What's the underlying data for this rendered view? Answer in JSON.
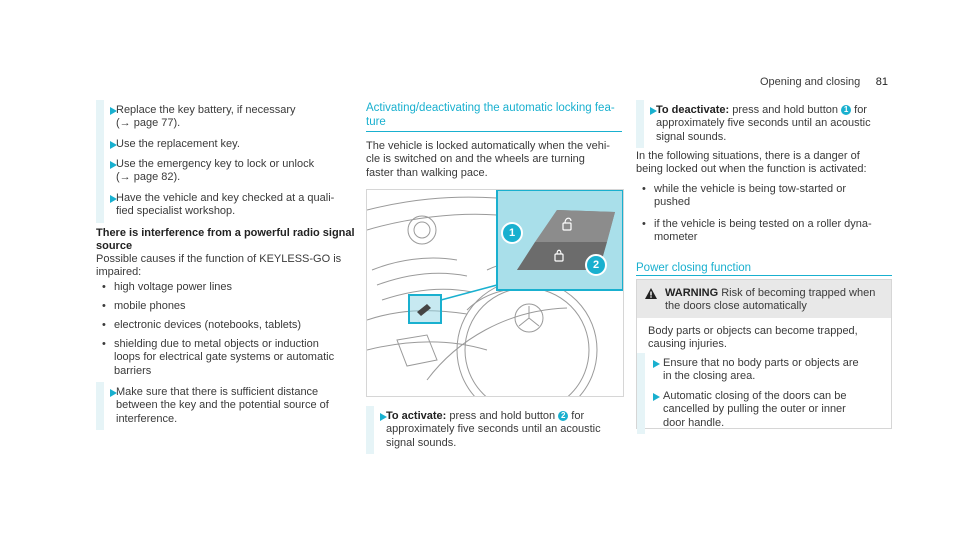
{
  "header": {
    "title": "Opening and closing",
    "page": "81"
  },
  "col1": {
    "steps_a": [
      {
        "line1": "Replace the key battery, if necessary",
        "line2": "(→ page 77)."
      },
      {
        "line1": "Use the replacement key."
      },
      {
        "line1": "Use the emergency key to lock or unlock",
        "line2": "(→ page 82)."
      },
      {
        "line1": "Have the vehicle and key checked at a quali-",
        "line2": "fied specialist workshop."
      }
    ],
    "heading_line1": "There is interference from a powerful radio signal",
    "heading_line2": "source",
    "intro_line1": "Possible causes if the function of KEYLESS-GO is",
    "intro_line2": "impaired:",
    "bullets": [
      "high voltage power lines",
      "mobile phones",
      "electronic devices (notebooks, tablets)",
      "shielding due to metal objects or induction",
      "loops for electrical gate systems or automatic",
      "barriers"
    ],
    "step_b": {
      "line1": "Make sure that there is sufficient distance",
      "line2": "between the key and the potential source of",
      "line3": "interference."
    }
  },
  "col2": {
    "heading_line1": "Activating/deactivating the automatic locking fea-",
    "heading_line2": "ture",
    "para": [
      "The vehicle is locked automatically when the vehi-",
      "cle is switched on and the wheels are turning",
      "faster than walking pace."
    ],
    "callout1": "1",
    "callout2": "2",
    "step": {
      "label": "To activate:",
      "line1_rest": " press and hold button ",
      "num": "2",
      "line1_end": " for",
      "line2": "approximately five seconds until an acoustic",
      "line3": "signal sounds."
    }
  },
  "col3": {
    "step": {
      "label": "To deactivate:",
      "line1_rest": " press and hold button ",
      "num": "1",
      "line1_end": " for",
      "line2": "approximately five seconds until an acoustic",
      "line3": "signal sounds."
    },
    "para": [
      "In the following situations, there is a danger of",
      "being locked out when the function is activated:"
    ],
    "bullets": [
      "while the vehicle is being tow-started or",
      "pushed",
      "if the vehicle is being tested on a roller dyna-",
      "mometer"
    ],
    "section_heading": "Power closing function",
    "warning": {
      "label": "WARNING",
      "text1": " Risk of becoming trapped when",
      "text2": "the doors close automatically",
      "body1": "Body parts or objects can become trapped,",
      "body2": "causing injuries.",
      "steps": [
        {
          "line1": "Ensure that no body parts or objects are",
          "line2": "in the closing area."
        },
        {
          "line1": "Automatic closing of the doors can be",
          "line2": "cancelled by pulling the outer or inner",
          "line3": "door handle."
        }
      ]
    }
  },
  "colors": {
    "accent": "#19b0cf",
    "tint": "#e6f4f7",
    "warning_bg": "#e8e8e8"
  }
}
